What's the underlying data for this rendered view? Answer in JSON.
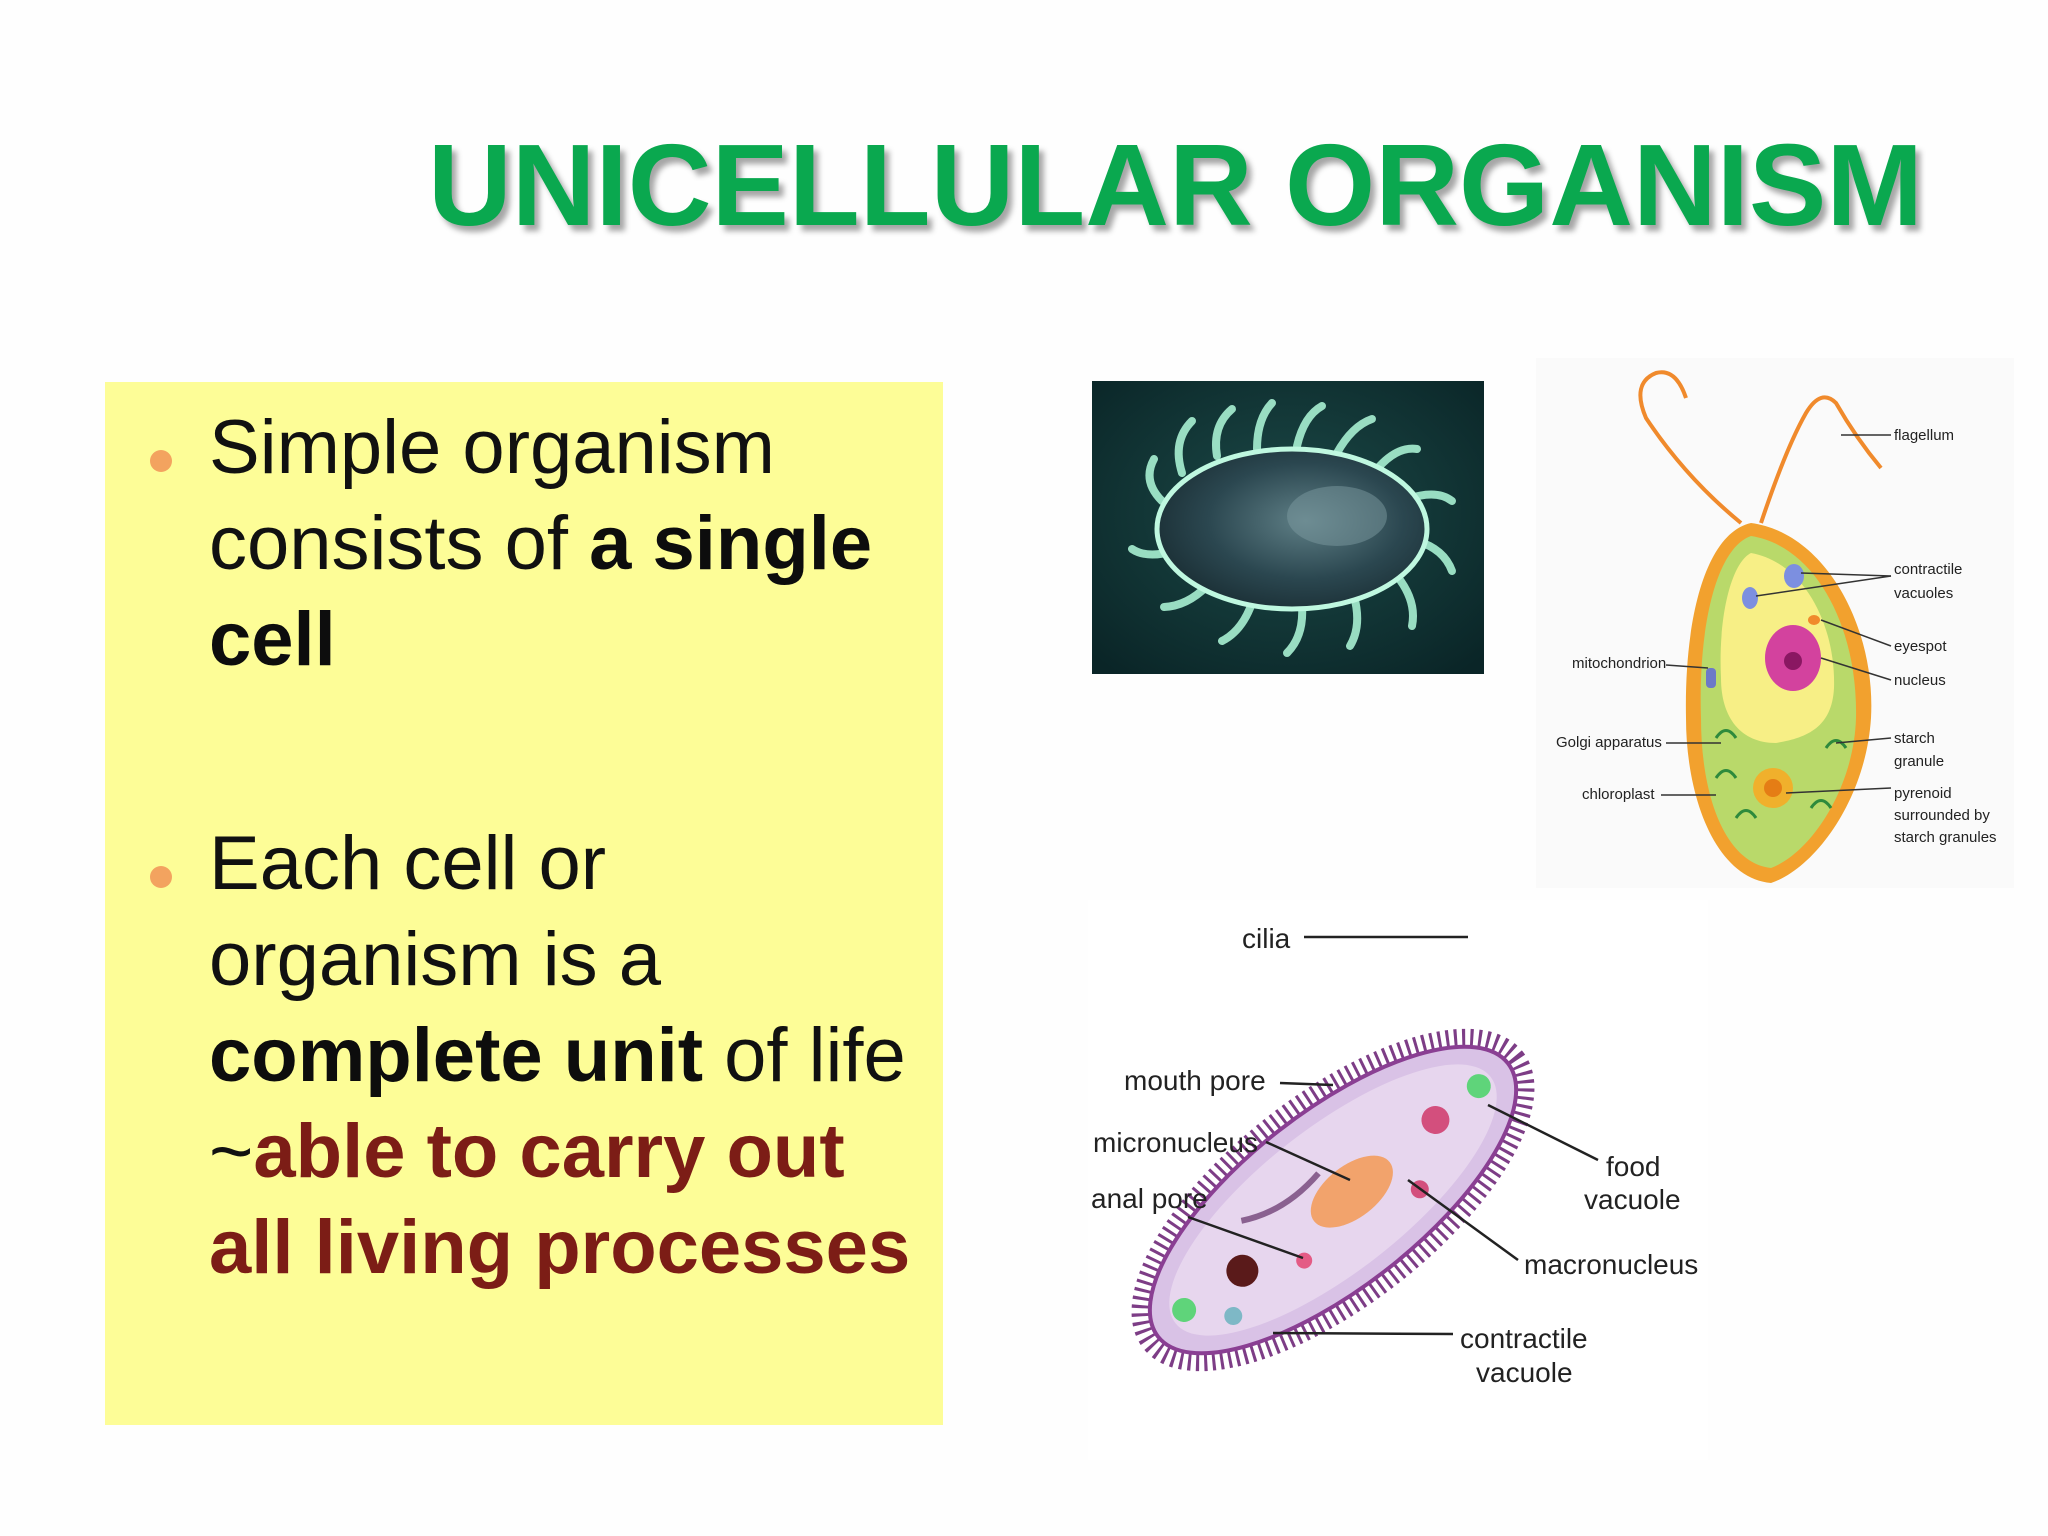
{
  "slide": {
    "title": "UNICELLULAR ORGANISM",
    "bullets": [
      {
        "plain_1": "Simple organism consists of ",
        "bold_1": "a single cell"
      },
      {
        "plain_1": "Each cell or organism is a ",
        "bold_1": "complete unit",
        "plain_2": " of life ~",
        "dark_1": "able to carry out all living processes"
      }
    ]
  },
  "euglena_labels": {
    "flagellum": "flagellum",
    "contractile_vacuoles_1": "contractile",
    "contractile_vacuoles_2": "vacuoles",
    "eyespot": "eyespot",
    "nucleus": "nucleus",
    "mitochondrion": "mitochondrion",
    "golgi": "Golgi apparatus",
    "starch_1": "starch",
    "starch_2": "granule",
    "chloroplast": "chloroplast",
    "pyrenoid_1": "pyrenoid",
    "pyrenoid_2": "surrounded by",
    "pyrenoid_3": "starch granules"
  },
  "paramecium_labels": {
    "cilia": "cilia",
    "mouth_pore": "mouth pore",
    "micronucleus": "micronucleus",
    "anal_pore": "anal pore",
    "food_vacuole_1": "food",
    "food_vacuole_2": "vacuole",
    "macronucleus": "macronucleus",
    "contractile_vacuole_1": "contractile",
    "contractile_vacuole_2": "vacuole"
  },
  "colors": {
    "title": "#0aa84f",
    "textbox_bg": "#fdfd97",
    "bullet_dot": "#f3a35f",
    "emphasis_dark_red": "#7c1d16"
  }
}
